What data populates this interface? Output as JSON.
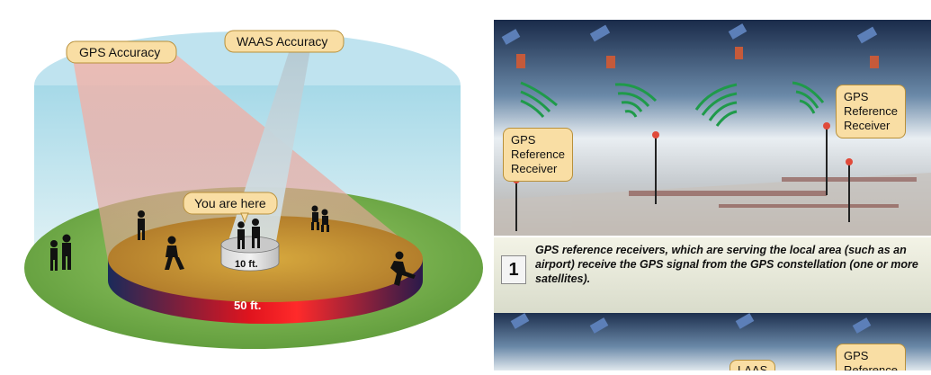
{
  "left_diagram": {
    "labels": {
      "gps_accuracy": "GPS Accuracy",
      "waas_accuracy": "WAAS Accuracy",
      "you_are_here": "You are here",
      "inner_radius": "10 ft.",
      "outer_radius": "50 ft."
    },
    "colors": {
      "sky": "#bfe3ef",
      "ground": "#78b04a",
      "gps_beam": "#e8a9a0",
      "disc_red": "#e0141e",
      "callout_fill": "#f9dea4"
    }
  },
  "right_panel": {
    "labels": {
      "receiver_left": "GPS\nReference\nReceiver",
      "receiver_right": "GPS\nReference\nReceiver",
      "receiver_bottom_right": "GPS\nReference",
      "bottom_partial": "LAAS"
    },
    "step": {
      "number": "1",
      "text": "GPS reference receivers, which are serving the local area (such as an airport) receive the GPS signal from the GPS constellation (one or more satellites)."
    },
    "colors": {
      "space": "#1a2b4a",
      "signal_green": "#1f9a4a",
      "caption_bg": "#e7e8d8"
    }
  }
}
